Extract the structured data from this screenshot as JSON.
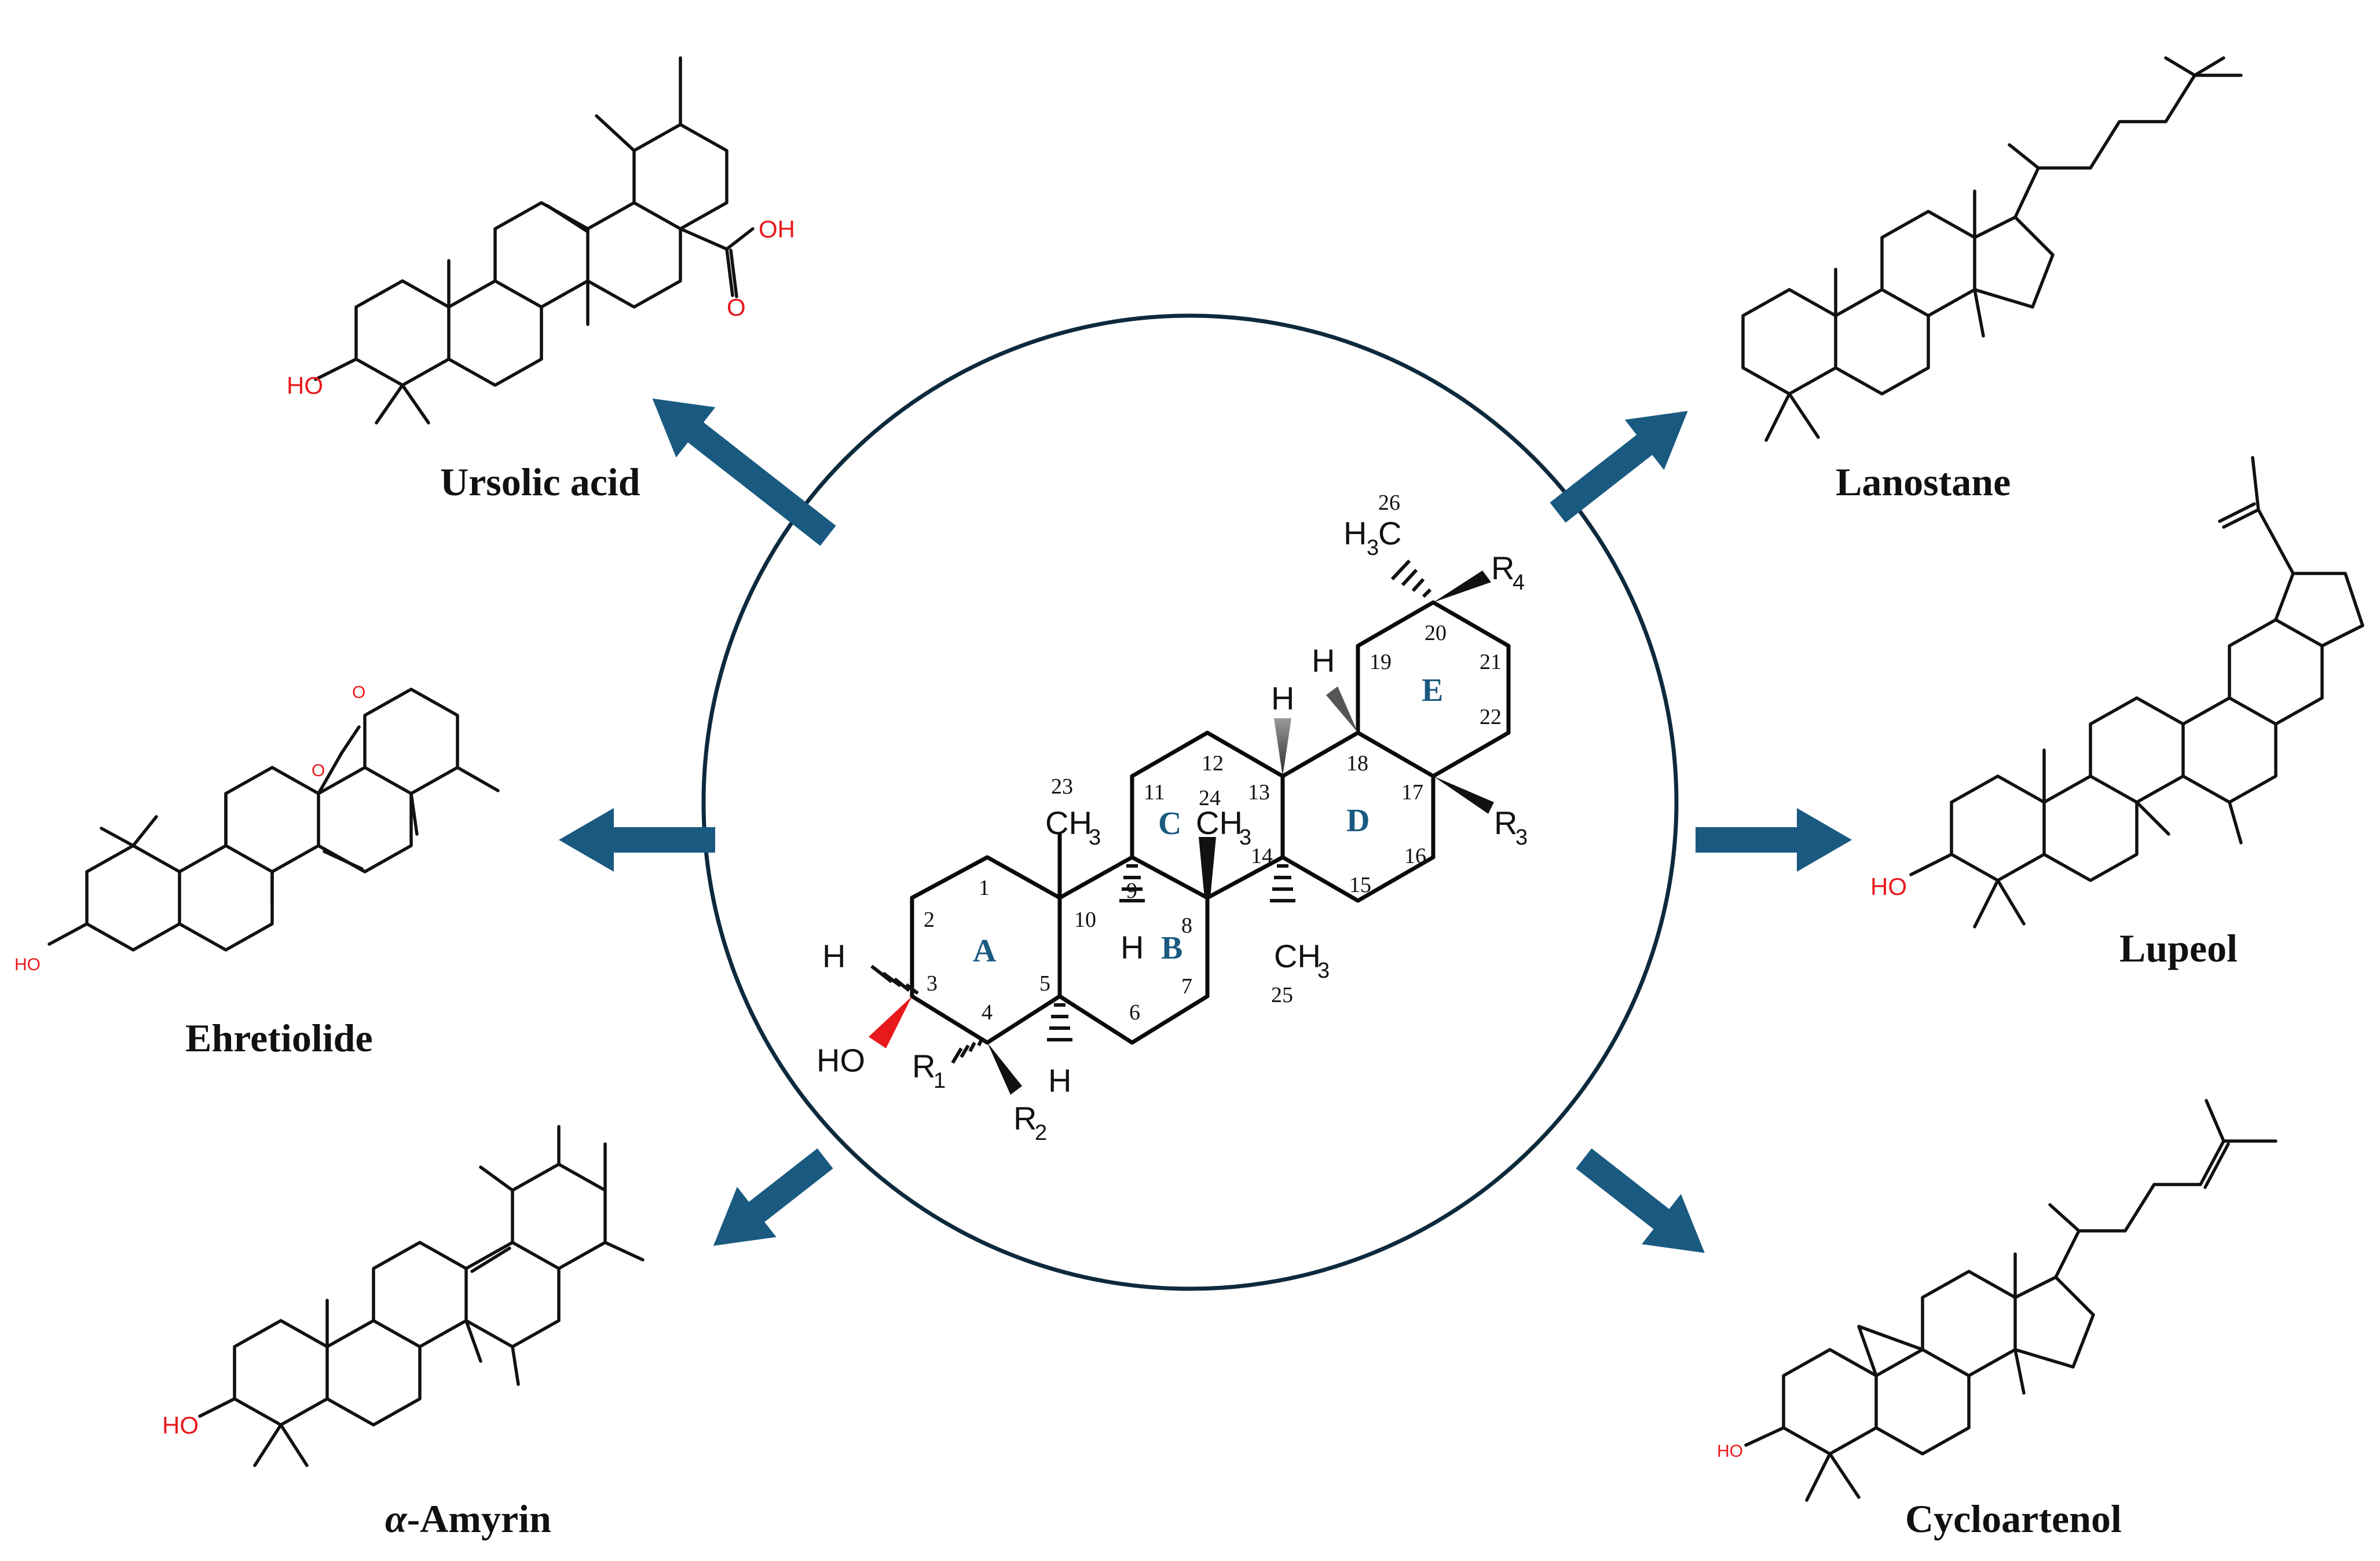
{
  "colors": {
    "arrow": "#1a5a80",
    "ring_letters": "#1a5a80",
    "heteroatom": "#e8191c",
    "circle": "#0d2a3d",
    "bond": "#111111"
  },
  "compounds": {
    "ursolic_acid": {
      "name": "Ursolic acid",
      "oh": "HO",
      "acid_oh": "OH",
      "acid_o": "O"
    },
    "lanostane": {
      "name": "Lanostane"
    },
    "ehretiolide": {
      "name": "Ehretiolide",
      "oh": "HO",
      "o1": "O",
      "o2": "O"
    },
    "lupeol": {
      "name": "Lupeol",
      "oh": "HO"
    },
    "alpha_amyrin": {
      "name_greek": "α",
      "name_rest": "-Amyrin",
      "oh": "HO"
    },
    "cycloartenol": {
      "name": "Cycloartenol",
      "oh": "HO"
    }
  },
  "core": {
    "rings": [
      "A",
      "B",
      "C",
      "D",
      "E"
    ],
    "ho": "HO",
    "h": "H",
    "r1": "R",
    "r1_sub": "1",
    "r2": "R",
    "r2_sub": "2",
    "r3": "R",
    "r3_sub": "3",
    "r4": "R",
    "r4_sub": "4",
    "ch": "CH",
    "ch_sub": "3",
    "h3c_h": "H",
    "h3c_sub": "3",
    "h3c_c": "C",
    "numbers": [
      "1",
      "2",
      "3",
      "4",
      "5",
      "6",
      "7",
      "8",
      "9",
      "10",
      "11",
      "12",
      "13",
      "14",
      "15",
      "16",
      "17",
      "18",
      "19",
      "20",
      "21",
      "22",
      "23",
      "24",
      "25",
      "26"
    ]
  }
}
